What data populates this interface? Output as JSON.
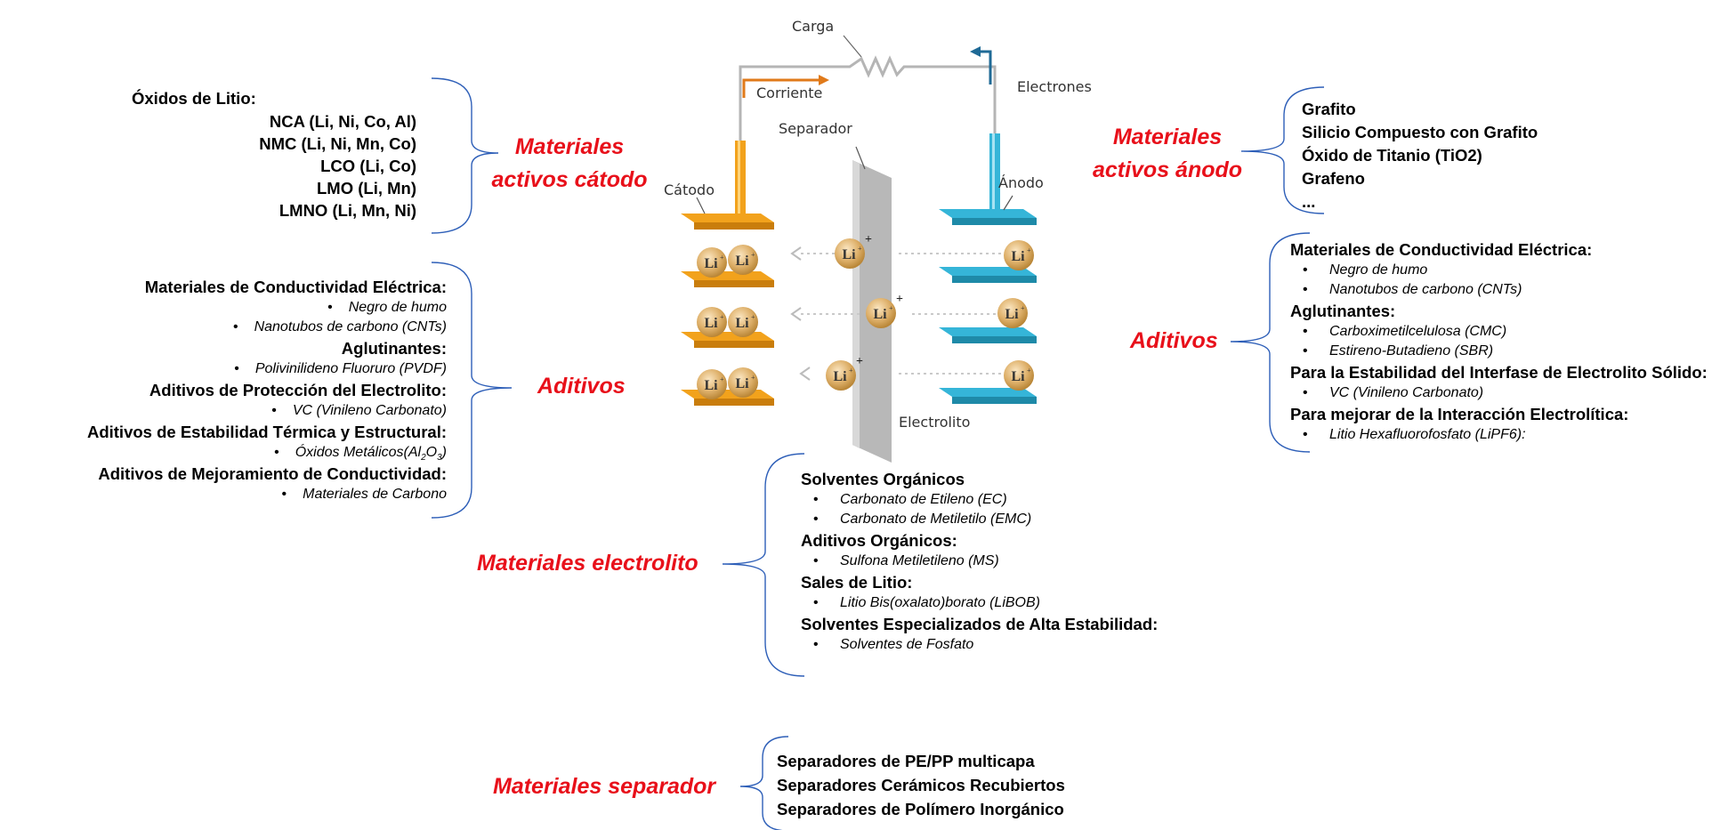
{
  "diagram": {
    "load_label": "Carga",
    "current_label": "Corriente",
    "electrons_label": "Electrones",
    "separator_label": "Separador",
    "cathode_label": "Cátodo",
    "anode_label": "Ánodo",
    "electrolyte_label": "Electrolito",
    "ion_label": "Li"
  },
  "cathode_active": {
    "heading_line1": "Materiales",
    "heading_line2": "activos cátodo",
    "title": "Óxidos de Litio:",
    "items": [
      "NCA (Li, Ni, Co, Al)",
      "NMC (Li, Ni, Mn, Co)",
      "LCO (Li, Co)",
      "LMO (Li, Mn)",
      "LMNO (Li, Mn, Ni)"
    ]
  },
  "cathode_additives": {
    "heading": "Aditivos",
    "groups": [
      {
        "title": "Materiales de Conductividad Eléctrica:",
        "items": [
          "Negro de humo",
          "Nanotubos de carbono (CNTs)"
        ]
      },
      {
        "title": "Aglutinantes:",
        "items": [
          "Polivinilideno Fluoruro (PVDF)"
        ]
      },
      {
        "title": "Aditivos de Protección del Electrolito:",
        "items": [
          "VC (Vinileno Carbonato)"
        ]
      },
      {
        "title": "Aditivos de Estabilidad Térmica y Estructural:",
        "items": [
          "Óxidos Metálicos(Al",
          "2",
          "O",
          "3",
          ")"
        ]
      },
      {
        "title": "Aditivos de Mejoramiento de Conductividad:",
        "items": [
          "Materiales de Carbono"
        ]
      }
    ]
  },
  "anode_active": {
    "heading_line1": "Materiales",
    "heading_line2": "activos ánodo",
    "items": [
      "Grafito",
      "Silicio  Compuesto con Grafito",
      "Óxido de Titanio (TiO2)",
      "Grafeno",
      "..."
    ]
  },
  "anode_additives": {
    "heading": "Aditivos",
    "groups": [
      {
        "title": "Materiales de Conductividad Eléctrica:",
        "items": [
          "Negro de humo",
          "Nanotubos de carbono (CNTs)"
        ]
      },
      {
        "title": "Aglutinantes:",
        "items": [
          "Carboximetilcelulosa (CMC)",
          "Estireno-Butadieno (SBR)"
        ]
      },
      {
        "title": "Para la Estabilidad del Interfase de Electrolito Sólido:",
        "items": [
          "VC (Vinileno Carbonato)"
        ]
      },
      {
        "title": "Para mejorar de la Interacción Electrolítica:",
        "items": [
          "Litio Hexafluorofosfato (LiPF6):"
        ]
      }
    ]
  },
  "electrolyte": {
    "heading": "Materiales electrolito",
    "groups": [
      {
        "title": "Solventes Orgánicos",
        "items": [
          "Carbonato de Etileno (EC)",
          "Carbonato de Metiletilo (EMC)"
        ]
      },
      {
        "title": "Aditivos Orgánicos:",
        "items": [
          "Sulfona Metiletileno (MS)"
        ]
      },
      {
        "title": "Sales de Litio:",
        "items": [
          "Litio Bis(oxalato)borato (LiBOB)"
        ]
      },
      {
        "title": "Solventes Especializados de Alta Estabilidad:",
        "items": [
          "Solventes de Fosfato"
        ]
      }
    ]
  },
  "separator": {
    "heading": "Materiales separador",
    "items": [
      "Separadores de PE/PP multicapa",
      "Separadores Cerámicos Recubiertos",
      "Separadores de Polímero Inorgánico"
    ]
  },
  "colors": {
    "heading": "#e8101a",
    "bracket": "#2e5fb8",
    "cathode": "#f2a21c",
    "anode": "#35b5d8",
    "ion": "#d9a95a",
    "arrow_current": "#e07a1a",
    "arrow_electrons": "#1f6a96"
  }
}
